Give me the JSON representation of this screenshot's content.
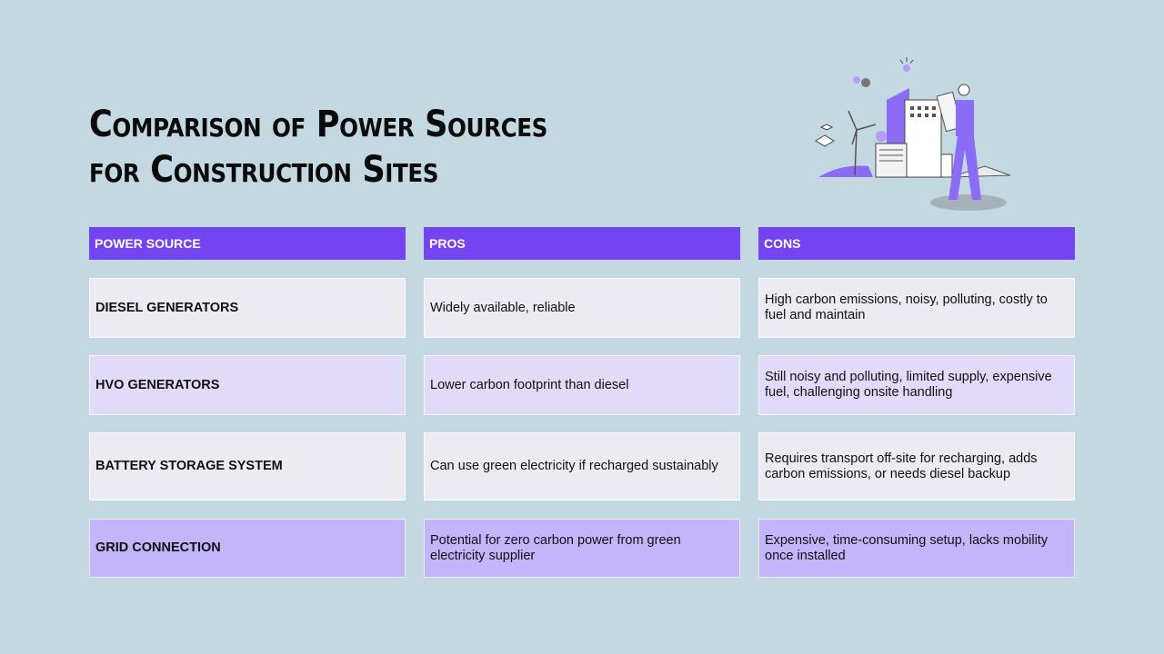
{
  "title": {
    "line1": "Comparison of Power Sources",
    "line2": "for Construction Sites"
  },
  "table": {
    "headers": [
      "POWER SOURCE",
      "PROS",
      "CONS"
    ],
    "rows": [
      {
        "source": "DIESEL GENERATORS",
        "pros": "Widely available, reliable",
        "cons": "High carbon emissions, noisy, polluting, costly to fuel and maintain"
      },
      {
        "source": "HVO GENERATORS",
        "pros": "Lower carbon footprint than diesel",
        "cons": "Still noisy and polluting, limited supply, expensive fuel, challenging onsite handling"
      },
      {
        "source": "BATTERY STORAGE SYSTEM",
        "pros": "Can use green electricity if recharged sustainably",
        "cons": "Requires transport off-site for recharging, adds carbon emissions, or needs diesel backup"
      },
      {
        "source": "GRID CONNECTION",
        "pros": "Potential for zero carbon power from green electricity supplier",
        "cons": "Expensive, time-consuming setup, lacks mobility once installed"
      }
    ]
  },
  "colors": {
    "background": "#c3d8e0",
    "header": "#7344ef",
    "row_light": "#ecebf1",
    "row_lavender": "#e2daf9",
    "row_purple": "#c4b4f9"
  },
  "illustration": {
    "icon": "construction-worker-with-blueprint-illustration"
  }
}
